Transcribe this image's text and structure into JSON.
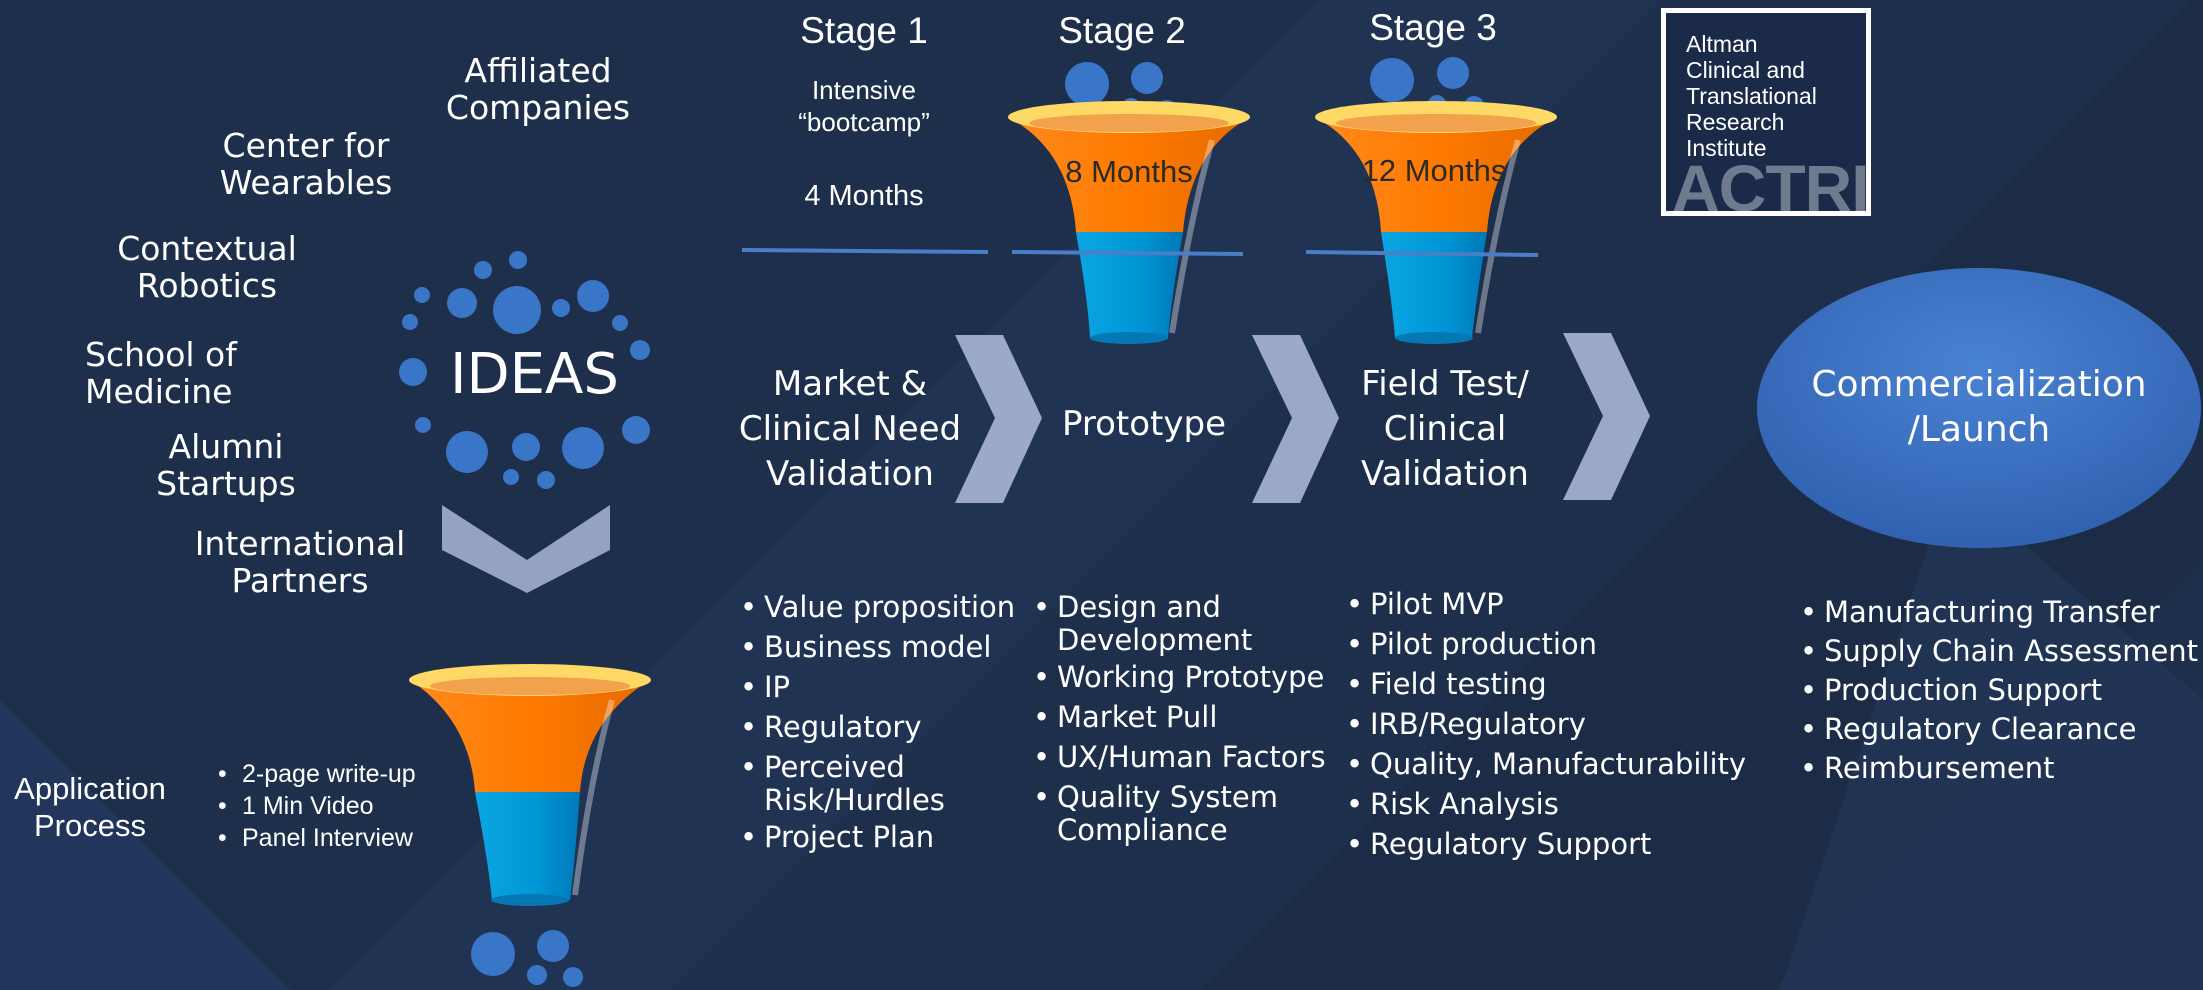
{
  "colors": {
    "background": "#1e2f4c",
    "funnel_rim": "#ffd966",
    "funnel_top": "#ff7f0e",
    "funnel_bottom": "#00a0dc",
    "bubble": "#3a76c8",
    "chevron": "#aab6d6",
    "ellipse": "#3a6fc0"
  },
  "sources": [
    "Affiliated\nCompanies",
    "Center for\nWearables",
    "Contextual\nRobotics",
    "School of\nMedicine",
    "Alumni\nStartups",
    "International\nPartners"
  ],
  "ideas_label": "IDEAS",
  "application": {
    "label": "Application\nProcess",
    "items": [
      "2-page write-up",
      "1 Min Video",
      "Panel Interview"
    ]
  },
  "stages": [
    {
      "title": "Stage 1",
      "subtitle": "Intensive\n“bootcamp”",
      "duration": "4 Months"
    },
    {
      "title": "Stage 2",
      "duration": "8 Months"
    },
    {
      "title": "Stage 3",
      "duration": "12 Months"
    }
  ],
  "phases": [
    "Market &\nClinical Need\nValidation",
    "Prototype",
    "Field Test/\nClinical\nValidation",
    "Commercialization\n/Launch"
  ],
  "bullets": {
    "market": [
      "Value proposition",
      "Business model",
      "IP",
      "Regulatory",
      "Perceived|Risk/Hurdles",
      "Project Plan"
    ],
    "prototype": [
      "Design and|Development",
      "Working Prototype",
      "Market Pull",
      "UX/Human Factors",
      "Quality System|Compliance"
    ],
    "field": [
      "Pilot MVP",
      "Pilot production",
      "Field testing",
      "IRB/Regulatory",
      "Quality, Manufacturability",
      "Risk Analysis",
      "Regulatory Support"
    ],
    "commercial": [
      "Manufacturing Transfer",
      "Supply Chain Assessment",
      "Production Support",
      "Regulatory Clearance",
      "Reimbursement"
    ]
  },
  "logo": {
    "text": "Altman\nClinical and\nTranslational\nResearch\nInstitute",
    "acronym": "ACTRI"
  }
}
